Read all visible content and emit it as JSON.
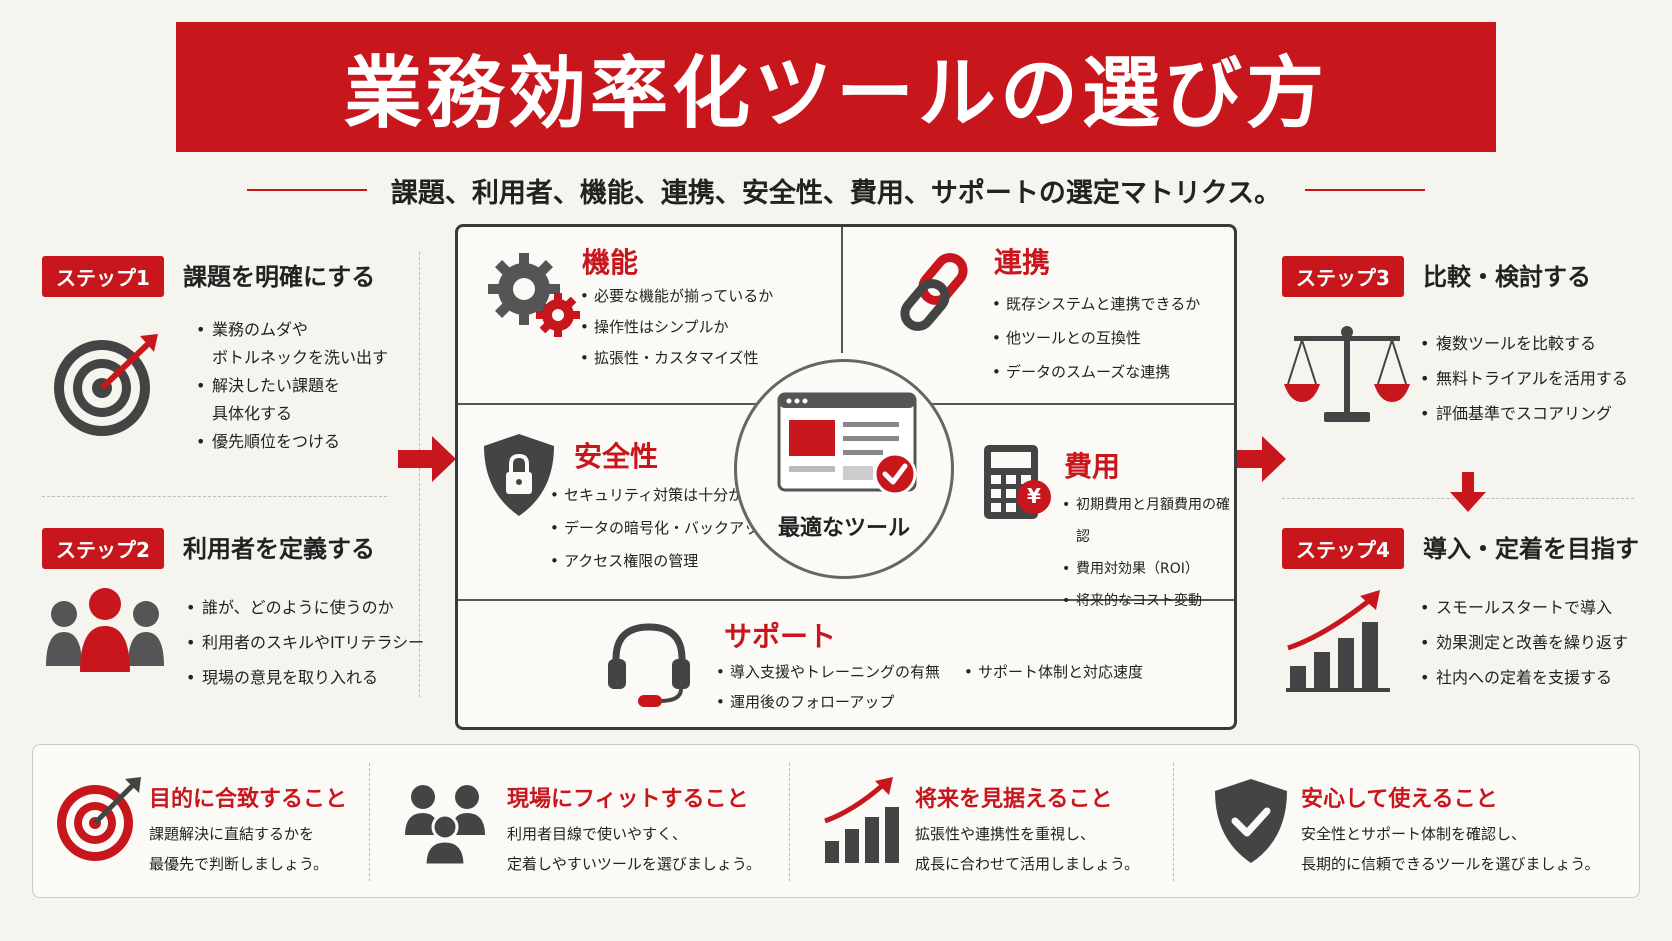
{
  "title": "業務効率化ツールの選び方",
  "subtitle": "課題、利用者、機能、連携、安全性、費用、サポートの選定マトリクス。",
  "steps": [
    {
      "badge": "ステップ1",
      "title": "課題を明確にする",
      "items": [
        "業務のムダや",
        "ボトルネックを洗い出す",
        "解決したい課題を",
        "具体化する",
        "優先順位をつける"
      ]
    },
    {
      "badge": "ステップ2",
      "title": "利用者を定義する",
      "items": [
        "誰が、どのように使うのか",
        "利用者のスキルやITリテラシー",
        "現場の意見を取り入れる"
      ]
    },
    {
      "badge": "ステップ3",
      "title": "比較・検討する",
      "items": [
        "複数ツールを比較する",
        "無料トライアルを活用する",
        "評価基準でスコアリング"
      ]
    },
    {
      "badge": "ステップ4",
      "title": "導入・定着を目指す",
      "items": [
        "スモールスタートで導入",
        "効果測定と改善を繰り返す",
        "社内への定着を支援する"
      ]
    }
  ],
  "matrix": {
    "center": "最適なツール",
    "kinou": {
      "title": "機能",
      "items": [
        "必要な機能が揃っているか",
        "操作性はシンプルか",
        "拡張性・カスタマイズ性"
      ]
    },
    "renkei": {
      "title": "連携",
      "items": [
        "既存システムと連携できるか",
        "他ツールとの互換性",
        "データのスムーズな連携"
      ]
    },
    "anzen": {
      "title": "安全性",
      "items": [
        "セキュリティ対策は十分か",
        "データの暗号化・バックアップ",
        "アクセス権限の管理"
      ]
    },
    "hiyou": {
      "title": "費用",
      "items": [
        "初期費用と月額費用の確認",
        "費用対効果（ROI）",
        "将来的なコスト変動"
      ],
      "yen": "¥"
    },
    "support": {
      "title": "サポート",
      "items": [
        "導入支援やトレーニングの有無",
        "運用後のフォローアップ",
        "サポート体制と対応速度"
      ]
    }
  },
  "points": [
    {
      "title": "目的に合致すること",
      "lines": [
        "課題解決に直結するかを",
        "最優先で判断しましょう。"
      ]
    },
    {
      "title": "現場にフィットすること",
      "lines": [
        "利用者目線で使いやすく、",
        "定着しやすいツールを選びましょう。"
      ]
    },
    {
      "title": "将来を見据えること",
      "lines": [
        "拡張性や連携性を重視し、",
        "成長に合わせて活用しましょう。"
      ]
    },
    {
      "title": "安心して使えること",
      "lines": [
        "安全性とサポート体制を確認し、",
        "長期的に信頼できるツールを選びましょう。"
      ]
    }
  ],
  "colors": {
    "accent": "#c8161d",
    "dark": "#3a3a3a"
  }
}
